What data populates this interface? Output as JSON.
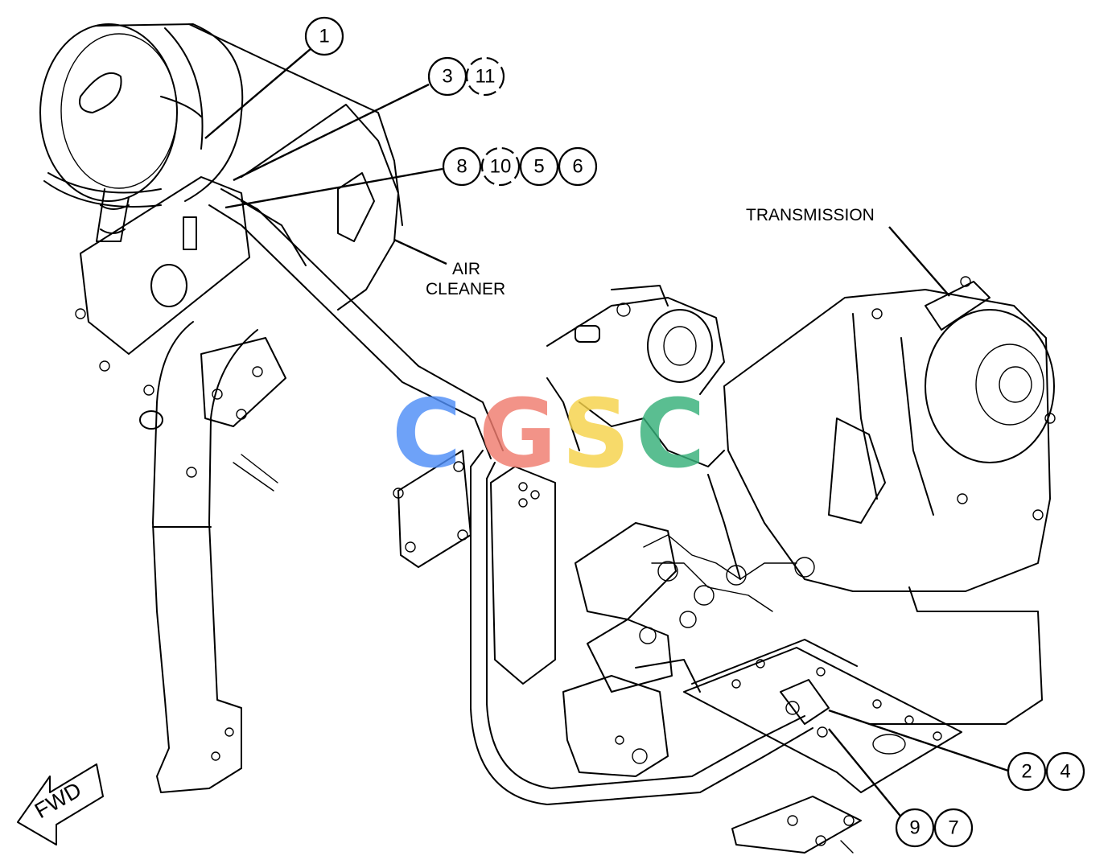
{
  "diagram": {
    "callouts": [
      {
        "id": "c1",
        "text": "1"
      },
      {
        "id": "c3",
        "text": "3"
      },
      {
        "id": "c11",
        "text": "11"
      },
      {
        "id": "c8",
        "text": "8"
      },
      {
        "id": "c10",
        "text": "10"
      },
      {
        "id": "c5",
        "text": "5"
      },
      {
        "id": "c6",
        "text": "6"
      },
      {
        "id": "c2",
        "text": "2"
      },
      {
        "id": "c4",
        "text": "4"
      },
      {
        "id": "c9",
        "text": "9"
      },
      {
        "id": "c7",
        "text": "7"
      }
    ],
    "labels": {
      "transmission": "TRANSMISSION",
      "air_cleaner_line1": "AIR",
      "air_cleaner_line2": "CLEANER"
    },
    "direction_arrow": {
      "text": "FWD"
    },
    "watermark": {
      "letters": [
        "C",
        "G",
        "S",
        "C"
      ],
      "colors": [
        "#4f8ef7",
        "#f07c6e",
        "#f6d24a",
        "#37b07a"
      ]
    }
  }
}
